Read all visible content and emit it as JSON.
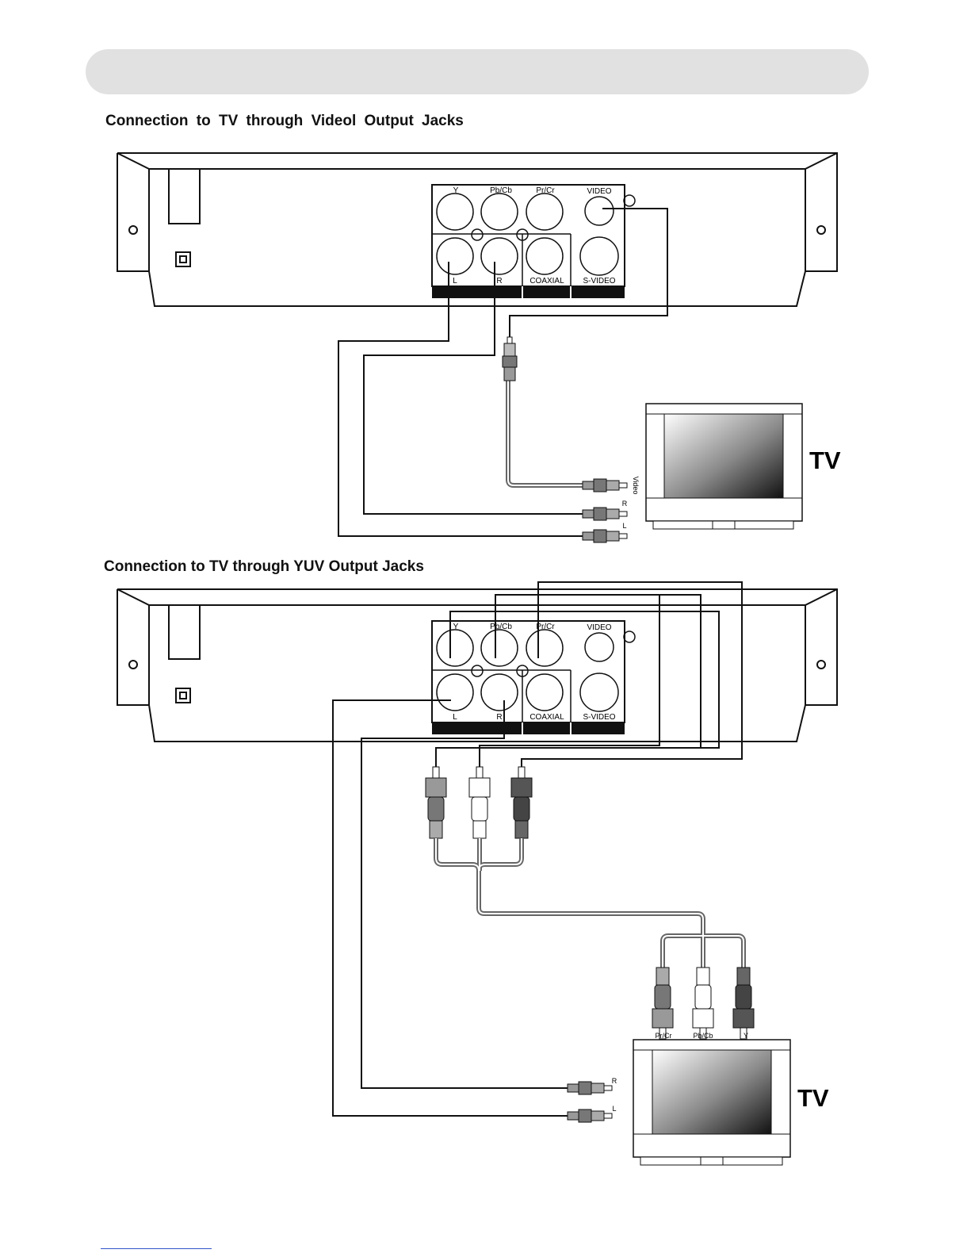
{
  "section1": {
    "title": "Connection to TV through Videol Output Jacks",
    "tv_label": "TV",
    "jack_labels": [
      "Y",
      "Pb/Cb",
      "Pr/Cr",
      "VIDEO",
      "L",
      "R",
      "COAXIAL",
      "S-VIDEO"
    ],
    "tv_input_labels": [
      "Video",
      "R",
      "L"
    ]
  },
  "section2": {
    "title": "Connection to TV through YUV Output Jacks",
    "tv_label": "TV",
    "jack_labels": [
      "Y",
      "Pb/Cb",
      "Pr/Cr",
      "VIDEO",
      "L",
      "R",
      "COAXIAL",
      "S-VIDEO"
    ],
    "tv_input_labels": [
      "Pr/Cr",
      "Pb/Cb",
      "Y",
      "R",
      "L"
    ]
  },
  "colors": {
    "line": "#111111",
    "header": "#e1e1e1",
    "dark_plug": "#555555",
    "gray_plug": "#999999",
    "white_plug": "#ffffff"
  }
}
